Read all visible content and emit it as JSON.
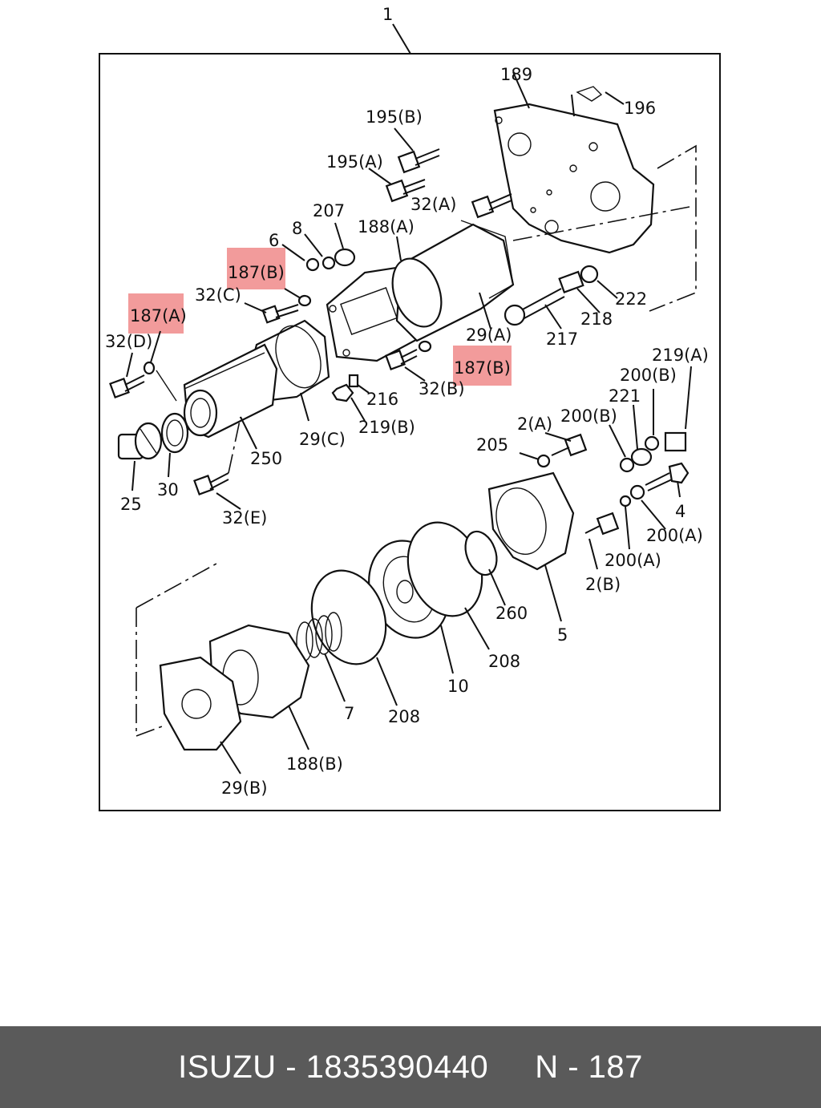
{
  "labels": [
    "1",
    "189",
    "196",
    "195(B)",
    "195(A)",
    "32(A)",
    "207",
    "8",
    "6",
    "188(A)",
    "187(B)",
    "32(C)",
    "187(A)",
    "32(D)",
    "222",
    "218",
    "217",
    "29(A)",
    "187(B)",
    "32(B)",
    "216",
    "219(B)",
    "29(C)",
    "250",
    "25",
    "30",
    "32(E)",
    "219(A)",
    "200(B)",
    "221",
    "200(B)",
    "2(A)",
    "205",
    "4",
    "200(A)",
    "200(A)",
    "2(B)",
    "260",
    "5",
    "208",
    "10",
    "208",
    "7",
    "188(B)",
    "29(B)"
  ],
  "highlighted": [
    "187(B)",
    "187(A)"
  ],
  "highlight_color": "#f08a8a",
  "footer": {
    "brand": "ISUZU",
    "part_number": "1835390440",
    "ref": "N - 187",
    "text": "ISUZU - 1835390440     N - 187"
  },
  "footer_bg": "#5a5a5a"
}
